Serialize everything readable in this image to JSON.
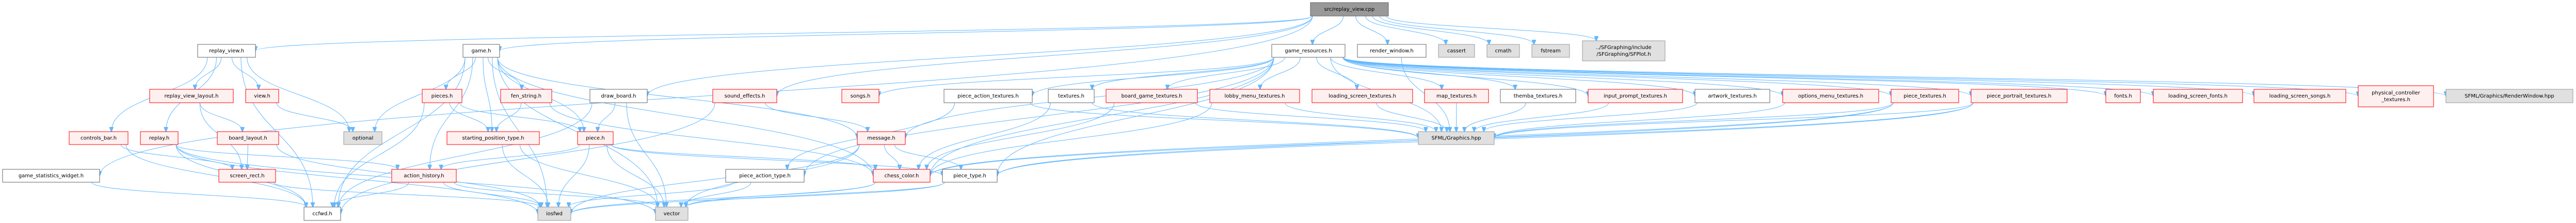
{
  "title": "src/replay_view.cpp include dependency graph",
  "colors": {
    "edge": "#63b8ff",
    "root_fill": "#999999",
    "root_stroke": "#666666",
    "documented_fill": "#ffffff",
    "documented_stroke": "#666666",
    "incomplete_fill": "#fff0f0",
    "incomplete_stroke": "#ff0000",
    "external_fill": "#e0e0e0",
    "external_stroke": "#999999"
  },
  "nodes": [
    {
      "id": "root",
      "label": [
        "src/replay_view.cpp"
      ],
      "kind": "root"
    },
    {
      "id": "replay_view_h",
      "label": [
        "replay_view.h"
      ],
      "kind": "documented"
    },
    {
      "id": "game_h",
      "label": [
        "game.h"
      ],
      "kind": "documented"
    },
    {
      "id": "game_resources_h",
      "label": [
        "game_resources.h"
      ],
      "kind": "documented"
    },
    {
      "id": "render_window_h",
      "label": [
        "render_window.h"
      ],
      "kind": "documented"
    },
    {
      "id": "cassert",
      "label": [
        "cassert"
      ],
      "kind": "external"
    },
    {
      "id": "cmath",
      "label": [
        "cmath"
      ],
      "kind": "external"
    },
    {
      "id": "fstream",
      "label": [
        "fstream"
      ],
      "kind": "external"
    },
    {
      "id": "sfplot",
      "label": [
        "../SFGraphing/include",
        "/SFGraphing/SFPlot.h"
      ],
      "kind": "external"
    },
    {
      "id": "replay_view_layout_h",
      "label": [
        "replay_view_layout.h"
      ],
      "kind": "incomplete"
    },
    {
      "id": "view_h",
      "label": [
        "view.h"
      ],
      "kind": "incomplete"
    },
    {
      "id": "pieces_h",
      "label": [
        "pieces.h"
      ],
      "kind": "incomplete"
    },
    {
      "id": "fen_string_h",
      "label": [
        "fen_string.h"
      ],
      "kind": "incomplete"
    },
    {
      "id": "draw_board_h",
      "label": [
        "draw_board.h"
      ],
      "kind": "documented"
    },
    {
      "id": "sound_effects_h",
      "label": [
        "sound_effects.h"
      ],
      "kind": "incomplete"
    },
    {
      "id": "songs_h",
      "label": [
        "songs.h"
      ],
      "kind": "incomplete"
    },
    {
      "id": "piece_action_textures_h",
      "label": [
        "piece_action_textures.h"
      ],
      "kind": "documented"
    },
    {
      "id": "textures_h",
      "label": [
        "textures.h"
      ],
      "kind": "documented"
    },
    {
      "id": "board_game_textures_h",
      "label": [
        "board_game_textures.h"
      ],
      "kind": "incomplete"
    },
    {
      "id": "lobby_menu_textures_h",
      "label": [
        "lobby_menu_textures.h"
      ],
      "kind": "incomplete"
    },
    {
      "id": "loading_screen_textures_h",
      "label": [
        "loading_screen_textures.h"
      ],
      "kind": "incomplete"
    },
    {
      "id": "map_textures_h",
      "label": [
        "map_textures.h"
      ],
      "kind": "incomplete"
    },
    {
      "id": "themba_textures_h",
      "label": [
        "themba_textures.h"
      ],
      "kind": "documented"
    },
    {
      "id": "input_prompt_textures_h",
      "label": [
        "input_prompt_textures.h"
      ],
      "kind": "incomplete"
    },
    {
      "id": "artwork_textures_h",
      "label": [
        "artwork_textures.h"
      ],
      "kind": "documented"
    },
    {
      "id": "options_menu_textures_h",
      "label": [
        "options_menu_textures.h"
      ],
      "kind": "incomplete"
    },
    {
      "id": "piece_textures_h",
      "label": [
        "piece_textures.h"
      ],
      "kind": "incomplete"
    },
    {
      "id": "piece_portrait_textures_h",
      "label": [
        "piece_portrait_textures.h"
      ],
      "kind": "incomplete"
    },
    {
      "id": "fonts_h",
      "label": [
        "fonts.h"
      ],
      "kind": "incomplete"
    },
    {
      "id": "loading_screen_fonts_h",
      "label": [
        "loading_screen_fonts.h"
      ],
      "kind": "incomplete"
    },
    {
      "id": "loading_screen_songs_h",
      "label": [
        "loading_screen_songs.h"
      ],
      "kind": "incomplete"
    },
    {
      "id": "physical_controller_textures_h",
      "label": [
        "physical_controller",
        "_textures.h"
      ],
      "kind": "incomplete"
    },
    {
      "id": "renderwindow_hpp",
      "label": [
        "SFML/Graphics/RenderWindow.hpp"
      ],
      "kind": "external"
    },
    {
      "id": "controls_bar_h",
      "label": [
        "controls_bar.h"
      ],
      "kind": "incomplete"
    },
    {
      "id": "replay_h",
      "label": [
        "replay.h"
      ],
      "kind": "incomplete"
    },
    {
      "id": "board_layout_h",
      "label": [
        "board_layout.h"
      ],
      "kind": "incomplete"
    },
    {
      "id": "optional",
      "label": [
        "optional"
      ],
      "kind": "external"
    },
    {
      "id": "starting_position_type_h",
      "label": [
        "starting_position_type.h"
      ],
      "kind": "incomplete"
    },
    {
      "id": "piece_h",
      "label": [
        "piece.h"
      ],
      "kind": "incomplete"
    },
    {
      "id": "message_h",
      "label": [
        "message.h"
      ],
      "kind": "incomplete"
    },
    {
      "id": "sfml_graphics_hpp",
      "label": [
        "SFML/Graphics.hpp"
      ],
      "kind": "external"
    },
    {
      "id": "game_statistics_widget_h",
      "label": [
        "game_statistics_widget.h"
      ],
      "kind": "documented"
    },
    {
      "id": "screen_rect_h",
      "label": [
        "screen_rect.h"
      ],
      "kind": "incomplete"
    },
    {
      "id": "action_history_h",
      "label": [
        "action_history.h"
      ],
      "kind": "incomplete"
    },
    {
      "id": "piece_action_type_h",
      "label": [
        "piece_action_type.h"
      ],
      "kind": "documented"
    },
    {
      "id": "chess_color_h",
      "label": [
        "chess_color.h"
      ],
      "kind": "incomplete"
    },
    {
      "id": "piece_type_h",
      "label": [
        "piece_type.h"
      ],
      "kind": "documented"
    },
    {
      "id": "ccfwd_h",
      "label": [
        "ccfwd.h"
      ],
      "kind": "documented"
    },
    {
      "id": "iosfwd",
      "label": [
        "iosfwd"
      ],
      "kind": "external"
    },
    {
      "id": "vector",
      "label": [
        "vector"
      ],
      "kind": "external"
    }
  ],
  "edges": [
    [
      "root",
      "replay_view_h"
    ],
    [
      "root",
      "game_h"
    ],
    [
      "root",
      "game_resources_h"
    ],
    [
      "root",
      "render_window_h"
    ],
    [
      "root",
      "cassert"
    ],
    [
      "root",
      "cmath"
    ],
    [
      "root",
      "fstream"
    ],
    [
      "root",
      "sfplot"
    ],
    [
      "root",
      "game_statistics_widget_h"
    ],
    [
      "root",
      "draw_board_h"
    ],
    [
      "root",
      "sound_effects_h"
    ],
    [
      "replay_view_h",
      "replay_view_layout_h"
    ],
    [
      "replay_view_h",
      "view_h"
    ],
    [
      "replay_view_h",
      "controls_bar_h"
    ],
    [
      "replay_view_h",
      "replay_h"
    ],
    [
      "replay_view_h",
      "ccfwd_h"
    ],
    [
      "replay_view_h",
      "optional"
    ],
    [
      "replay_view_layout_h",
      "board_layout_h"
    ],
    [
      "replay_view_layout_h",
      "screen_rect_h"
    ],
    [
      "view_h",
      "optional"
    ],
    [
      "controls_bar_h",
      "screen_rect_h"
    ],
    [
      "controls_bar_h",
      "ccfwd_h"
    ],
    [
      "replay_h",
      "ccfwd_h"
    ],
    [
      "replay_h",
      "iosfwd"
    ],
    [
      "replay_h",
      "vector"
    ],
    [
      "replay_h",
      "action_history_h"
    ],
    [
      "board_layout_h",
      "screen_rect_h"
    ],
    [
      "board_layout_h",
      "iosfwd"
    ],
    [
      "screen_rect_h",
      "iosfwd"
    ],
    [
      "game_statistics_widget_h",
      "ccfwd_h"
    ],
    [
      "game_h",
      "pieces_h"
    ],
    [
      "game_h",
      "fen_string_h"
    ],
    [
      "game_h",
      "starting_position_type_h"
    ],
    [
      "game_h",
      "piece_h"
    ],
    [
      "game_h",
      "optional"
    ],
    [
      "game_h",
      "action_history_h"
    ],
    [
      "game_h",
      "ccfwd_h"
    ],
    [
      "game_h",
      "iosfwd"
    ],
    [
      "game_h",
      "vector"
    ],
    [
      "game_h",
      "message_h"
    ],
    [
      "game_h",
      "chess_color_h"
    ],
    [
      "pieces_h",
      "starting_position_type_h"
    ],
    [
      "pieces_h",
      "piece_h"
    ],
    [
      "pieces_h",
      "ccfwd_h"
    ],
    [
      "fen_string_h",
      "starting_position_type_h"
    ],
    [
      "fen_string_h",
      "chess_color_h"
    ],
    [
      "starting_position_type_h",
      "iosfwd"
    ],
    [
      "starting_position_type_h",
      "vector"
    ],
    [
      "draw_board_h",
      "piece_h"
    ],
    [
      "draw_board_h",
      "ccfwd_h"
    ],
    [
      "draw_board_h",
      "vector"
    ],
    [
      "piece_h",
      "iosfwd"
    ],
    [
      "piece_h",
      "vector"
    ],
    [
      "piece_h",
      "action_history_h"
    ],
    [
      "piece_h",
      "chess_color_h"
    ],
    [
      "piece_h",
      "piece_type_h"
    ],
    [
      "action_history_h",
      "ccfwd_h"
    ],
    [
      "action_history_h",
      "iosfwd"
    ],
    [
      "action_history_h",
      "vector"
    ],
    [
      "sound_effects_h",
      "message_h"
    ],
    [
      "sound_effects_h",
      "ccfwd_h"
    ],
    [
      "message_h",
      "chess_color_h"
    ],
    [
      "message_h",
      "piece_type_h"
    ],
    [
      "message_h",
      "vector"
    ],
    [
      "message_h",
      "iosfwd"
    ],
    [
      "piece_action_type_h",
      "iosfwd"
    ],
    [
      "piece_action_type_h",
      "vector"
    ],
    [
      "chess_color_h",
      "iosfwd"
    ],
    [
      "chess_color_h",
      "vector"
    ],
    [
      "piece_type_h",
      "iosfwd"
    ],
    [
      "piece_type_h",
      "vector"
    ],
    [
      "game_resources_h",
      "piece_action_textures_h"
    ],
    [
      "game_resources_h",
      "textures_h"
    ],
    [
      "game_resources_h",
      "board_game_textures_h"
    ],
    [
      "game_resources_h",
      "lobby_menu_textures_h"
    ],
    [
      "game_resources_h",
      "loading_screen_textures_h"
    ],
    [
      "game_resources_h",
      "map_textures_h"
    ],
    [
      "game_resources_h",
      "themba_textures_h"
    ],
    [
      "game_resources_h",
      "input_prompt_textures_h"
    ],
    [
      "game_resources_h",
      "artwork_textures_h"
    ],
    [
      "game_resources_h",
      "options_menu_textures_h"
    ],
    [
      "game_resources_h",
      "piece_textures_h"
    ],
    [
      "game_resources_h",
      "piece_portrait_textures_h"
    ],
    [
      "game_resources_h",
      "fonts_h"
    ],
    [
      "game_resources_h",
      "loading_screen_fonts_h"
    ],
    [
      "game_resources_h",
      "loading_screen_songs_h"
    ],
    [
      "game_resources_h",
      "physical_controller_textures_h"
    ],
    [
      "game_resources_h",
      "songs_h"
    ],
    [
      "game_resources_h",
      "message_h"
    ],
    [
      "game_resources_h",
      "piece_action_type_h"
    ],
    [
      "game_resources_h",
      "chess_color_h"
    ],
    [
      "game_resources_h",
      "piece_type_h"
    ],
    [
      "game_resources_h",
      "sfml_graphics_hpp"
    ],
    [
      "game_resources_h",
      "renderwindow_hpp"
    ],
    [
      "piece_action_textures_h",
      "piece_action_type_h"
    ],
    [
      "piece_action_textures_h",
      "sfml_graphics_hpp"
    ],
    [
      "textures_h",
      "chess_color_h"
    ],
    [
      "textures_h",
      "sfml_graphics_hpp"
    ],
    [
      "board_game_textures_h",
      "chess_color_h"
    ],
    [
      "board_game_textures_h",
      "sfml_graphics_hpp"
    ],
    [
      "lobby_menu_textures_h",
      "chess_color_h"
    ],
    [
      "lobby_menu_textures_h",
      "sfml_graphics_hpp"
    ],
    [
      "loading_screen_textures_h",
      "sfml_graphics_hpp"
    ],
    [
      "map_textures_h",
      "sfml_graphics_hpp"
    ],
    [
      "themba_textures_h",
      "sfml_graphics_hpp"
    ],
    [
      "input_prompt_textures_h",
      "sfml_graphics_hpp"
    ],
    [
      "artwork_textures_h",
      "sfml_graphics_hpp"
    ],
    [
      "options_menu_textures_h",
      "sfml_graphics_hpp"
    ],
    [
      "piece_textures_h",
      "chess_color_h"
    ],
    [
      "piece_textures_h",
      "piece_type_h"
    ],
    [
      "piece_textures_h",
      "sfml_graphics_hpp"
    ],
    [
      "piece_portrait_textures_h",
      "chess_color_h"
    ],
    [
      "piece_portrait_textures_h",
      "piece_type_h"
    ],
    [
      "piece_portrait_textures_h",
      "sfml_graphics_hpp"
    ],
    [
      "render_window_h",
      "sfml_graphics_hpp"
    ]
  ]
}
